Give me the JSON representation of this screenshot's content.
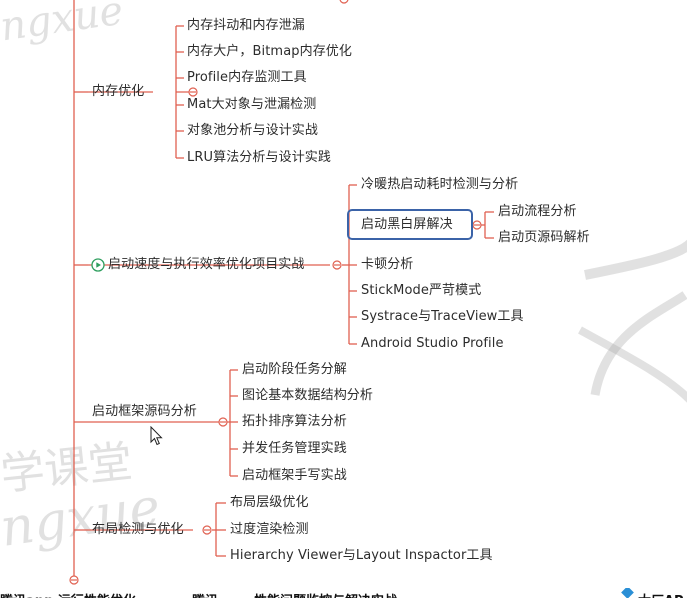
{
  "colors": {
    "connector": "#e06050",
    "highlight_border": "#3b63a8",
    "play_icon": "#2e9e5e",
    "text": "#2c2c2c",
    "badge": "#2a8fd6"
  },
  "watermark": {
    "top": "ngxue",
    "middle": "学课堂",
    "bottom": "ngxue"
  },
  "mindmap": {
    "branches": [
      {
        "label": "内存优化",
        "children": [
          "内存抖动和内存泄漏",
          "内存大户，Bitmap内存优化",
          "Profile内存监测工具",
          "Mat大对象与泄漏检测",
          "对象池分析与设计实战",
          "LRU算法分析与设计实践"
        ]
      },
      {
        "label": "启动速度与执行效率优化项目实战",
        "icon": "play-circle-icon",
        "children": [
          "冷暖热启动耗时检测与分析",
          "启动黑白屏解决",
          "卡顿分析",
          "StickMode严苛模式",
          "Systrace与TraceView工具",
          "Android Studio Profile"
        ],
        "highlighted_child": {
          "label": "启动黑白屏解决",
          "children": [
            "启动流程分析",
            "启动页源码解析"
          ]
        }
      },
      {
        "label": "启动框架源码分析",
        "children": [
          "启动阶段任务分解",
          "图论基本数据结构分析",
          "拓扑排序算法分析",
          "并发任务管理实践",
          "启动框架手写实战"
        ]
      },
      {
        "label": "布局检测与优化",
        "children": [
          "布局层级优化",
          "过度渲染检测",
          "Hierarchy Viewer与Layout Inspactor工具"
        ]
      }
    ]
  },
  "bottom_strip": {
    "left_text": "腾讯app 运行性能优化",
    "mid_text": "腾讯",
    "right_text": "性能问题监控与解决实战",
    "far_right_text": "大厂AP"
  }
}
